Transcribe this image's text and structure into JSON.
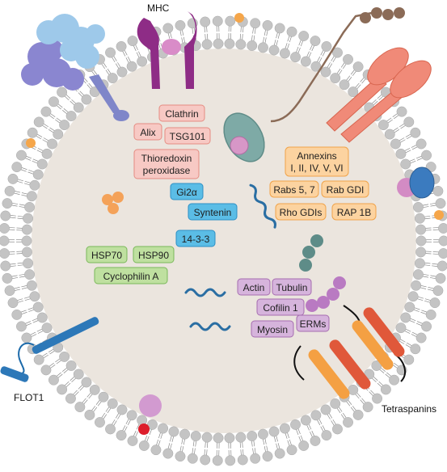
{
  "labels": {
    "mhc": "MHC",
    "flot1": "FLOT1",
    "tetraspanins": "Tetraspanins"
  },
  "boxes": {
    "clathrin": "Clathrin",
    "alix": "Alix",
    "tsg101": "TSG101",
    "thioredoxin_1": "Thioredoxin",
    "thioredoxin_2": "peroxidase",
    "gi2a": "Gi2α",
    "syntenin": "Syntenin",
    "p1433": "14-3-3",
    "hsp70": "HSP70",
    "hsp90": "HSP90",
    "cyclophilin": "Cyclophilin A",
    "annexins_1": "Annexins",
    "annexins_2": "I, II, IV, V, VI",
    "rabs57": "Rabs 5, 7",
    "rabgdi": "Rab GDI",
    "rhogdis": "Rho GDIs",
    "rap1b": "RAP 1B",
    "actin": "Actin",
    "tubulin": "Tubulin",
    "cofilin": "Cofilin 1",
    "myosin": "Myosin",
    "erms": "ERMs"
  },
  "colors": {
    "pink_fill": "#f7c9c4",
    "pink_stroke": "#e58c82",
    "blue_fill": "#5bbde6",
    "blue_stroke": "#2d8fc4",
    "green_fill": "#bfe0a0",
    "green_stroke": "#7ab85a",
    "orange_fill": "#fcd3a0",
    "orange_stroke": "#f0a34a",
    "purple_fill": "#d6b4dc",
    "purple_stroke": "#a66db0",
    "interior": "#ebe5de",
    "head_grey": "#c4c4c4"
  }
}
